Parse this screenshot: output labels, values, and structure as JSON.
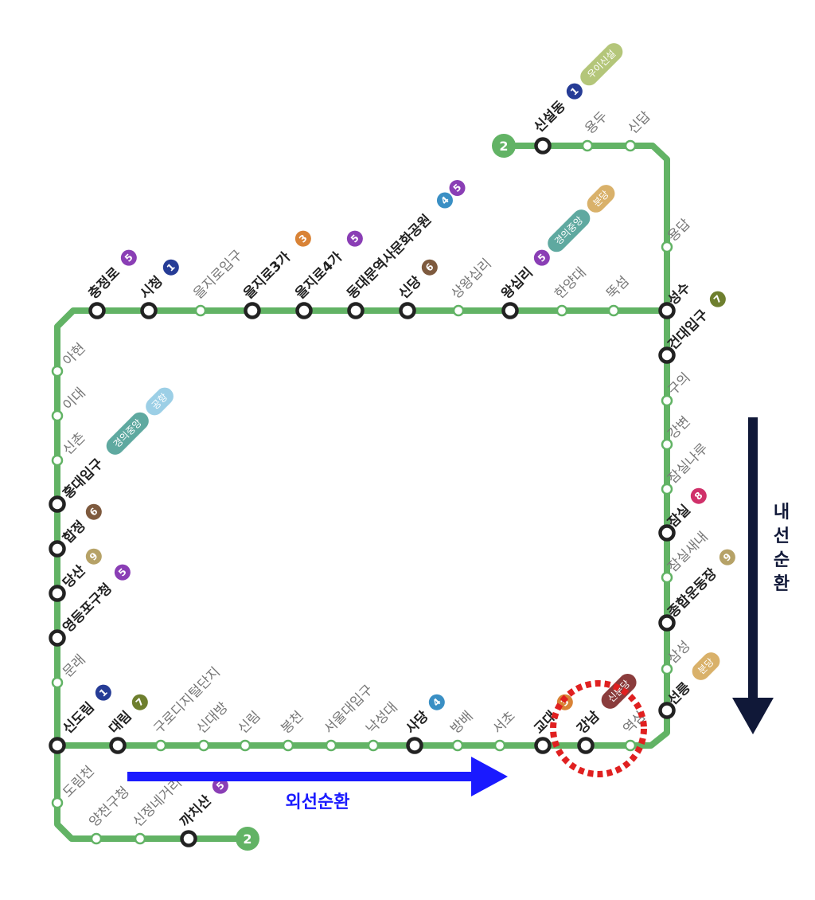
{
  "colors": {
    "line2": "#62b365",
    "l1": "#263c96",
    "l3": "#d98336",
    "l4": "#3a8fc4",
    "l5": "#8a3eb5",
    "l6": "#7e5a3e",
    "l7": "#6e7f2e",
    "l8": "#d0316a",
    "l9": "#b6a267",
    "gyeongui": "#5fa9a0",
    "bundang": "#d9b16a",
    "ui": "#b4c67a",
    "airport": "#9ccfe6",
    "sinbundang": "#8a3c3c",
    "outer_arrow": "#1a1aff",
    "inner_arrow": "#101838",
    "highlight": "#e02020"
  },
  "terminals": [
    "2",
    "2"
  ],
  "directions": {
    "outer": "외선순환",
    "inner": "내선순환"
  },
  "stations": [
    {
      "id": "sinseoldong",
      "name": "신설동",
      "major": true,
      "badges": [
        "1"
      ],
      "pills": [
        "우이신설"
      ]
    },
    {
      "id": "yongdu",
      "name": "용두",
      "major": false
    },
    {
      "id": "sindap",
      "name": "신답",
      "major": false
    },
    {
      "id": "yongdap",
      "name": "용답",
      "major": false
    },
    {
      "id": "seongsu",
      "name": "성수",
      "major": true
    },
    {
      "id": "konkuk",
      "name": "건대입구",
      "major": true,
      "badges": [
        "7"
      ]
    },
    {
      "id": "guui",
      "name": "구의",
      "major": false
    },
    {
      "id": "gangbyeon",
      "name": "강변",
      "major": false
    },
    {
      "id": "jamsilnaru",
      "name": "잠실나루",
      "major": false
    },
    {
      "id": "jamsil",
      "name": "잠실",
      "major": true,
      "badges": [
        "8"
      ]
    },
    {
      "id": "jamsilsaenae",
      "name": "잠실새내",
      "major": false
    },
    {
      "id": "sports",
      "name": "종합운동장",
      "major": true,
      "badges": [
        "9"
      ]
    },
    {
      "id": "samseong",
      "name": "삼성",
      "major": false
    },
    {
      "id": "seolleung",
      "name": "선릉",
      "major": true,
      "pills": [
        "분당"
      ]
    },
    {
      "id": "yeoksam",
      "name": "역삼",
      "major": false
    },
    {
      "id": "gangnam",
      "name": "강남",
      "major": true,
      "pills": [
        "신분당"
      ]
    },
    {
      "id": "gyodae",
      "name": "교대",
      "major": true,
      "badges": [
        "3"
      ]
    },
    {
      "id": "seocho",
      "name": "서초",
      "major": false
    },
    {
      "id": "bangbae",
      "name": "방배",
      "major": false
    },
    {
      "id": "sadang",
      "name": "사당",
      "major": true,
      "badges": [
        "4"
      ]
    },
    {
      "id": "nakseongdae",
      "name": "낙성대",
      "major": false
    },
    {
      "id": "snu",
      "name": "서울대입구",
      "major": false
    },
    {
      "id": "bongcheon",
      "name": "봉천",
      "major": false
    },
    {
      "id": "sillim",
      "name": "신림",
      "major": false
    },
    {
      "id": "sindaebang",
      "name": "신대방",
      "major": false
    },
    {
      "id": "guro",
      "name": "구로디지털단지",
      "major": false
    },
    {
      "id": "daerim",
      "name": "대림",
      "major": true,
      "badges": [
        "7"
      ]
    },
    {
      "id": "sindorim",
      "name": "신도림",
      "major": true,
      "badges": [
        "1"
      ]
    },
    {
      "id": "mullae",
      "name": "문래",
      "major": false
    },
    {
      "id": "yeongdeungpo",
      "name": "영등포구청",
      "major": true,
      "badges": [
        "5"
      ]
    },
    {
      "id": "dangsan",
      "name": "당산",
      "major": true,
      "badges": [
        "9"
      ]
    },
    {
      "id": "hapjeong",
      "name": "합정",
      "major": true,
      "badges": [
        "6"
      ]
    },
    {
      "id": "hongik",
      "name": "홍대입구",
      "major": true,
      "pills": [
        "경의중앙",
        "공항"
      ]
    },
    {
      "id": "sinchon",
      "name": "신촌",
      "major": false
    },
    {
      "id": "ewha",
      "name": "이대",
      "major": false
    },
    {
      "id": "ahyeon",
      "name": "아현",
      "major": false
    },
    {
      "id": "chungjeongno",
      "name": "충정로",
      "major": true,
      "badges": [
        "5"
      ]
    },
    {
      "id": "cityhall",
      "name": "시청",
      "major": true,
      "badges": [
        "1"
      ]
    },
    {
      "id": "euljiro1",
      "name": "을지로입구",
      "major": false
    },
    {
      "id": "euljiro3",
      "name": "을지로3가",
      "major": true,
      "badges": [
        "3"
      ]
    },
    {
      "id": "euljiro4",
      "name": "을지로4가",
      "major": true,
      "badges": [
        "5"
      ]
    },
    {
      "id": "ddp",
      "name": "동대문역사문화공원",
      "major": true,
      "badges": [
        "4",
        "5"
      ]
    },
    {
      "id": "sindang",
      "name": "신당",
      "major": true,
      "badges": [
        "6"
      ]
    },
    {
      "id": "sangwangsimni",
      "name": "상왕십리",
      "major": false
    },
    {
      "id": "wangsimni",
      "name": "왕십리",
      "major": true,
      "badges": [
        "5"
      ],
      "pills": [
        "경의중앙",
        "분당"
      ]
    },
    {
      "id": "hanyang",
      "name": "한양대",
      "major": false
    },
    {
      "id": "ttukseom",
      "name": "뚝섬",
      "major": false
    },
    {
      "id": "dorimcheon",
      "name": "도림천",
      "major": false
    },
    {
      "id": "yangcheon",
      "name": "양천구청",
      "major": false
    },
    {
      "id": "sinjeongne",
      "name": "신정네거리",
      "major": false
    },
    {
      "id": "kkachisan",
      "name": "까치산",
      "major": true,
      "badges": [
        "5"
      ]
    }
  ]
}
